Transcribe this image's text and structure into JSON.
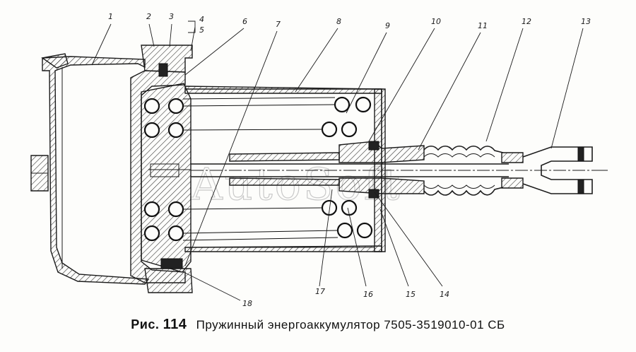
{
  "caption": {
    "prefix": "Рис.",
    "number": "114",
    "title": "Пружинный энергоаккумулятор 7505-3519010-01 СБ"
  },
  "watermark": "AutoSoft",
  "callouts": [
    "1",
    "2",
    "3",
    "4",
    "5",
    "6",
    "7",
    "8",
    "9",
    "10",
    "11",
    "12",
    "13",
    "14",
    "15",
    "16",
    "17",
    "18"
  ]
}
